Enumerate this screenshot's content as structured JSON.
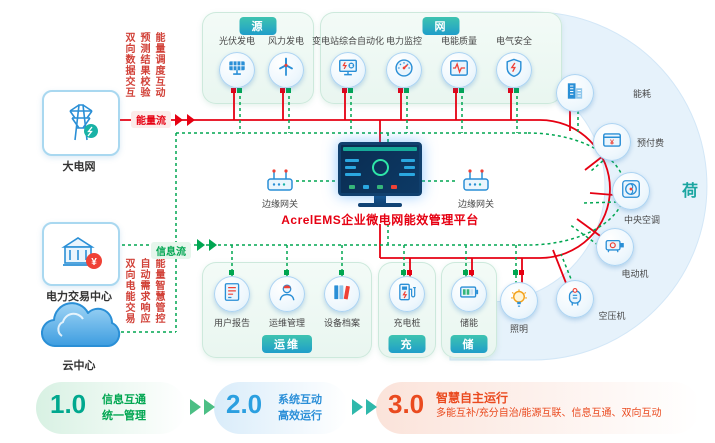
{
  "title": {
    "platform": "AcrelEMS企业微电网能效管理平台"
  },
  "left_column": {
    "grid": {
      "label": "大电网",
      "icon": "transmission-tower-icon"
    },
    "trading": {
      "label": "电力交易中心",
      "icon": "trading-building-icon"
    },
    "cloud": {
      "label": "云中心",
      "icon": "cloud-icon"
    }
  },
  "flows": {
    "energy_label": "能量流",
    "info_label": "信息流",
    "top_vertical": [
      "双向数据交互",
      "预测结果校验",
      "能量调度互动"
    ],
    "bottom_vertical": [
      "双向电能交易",
      "自动需求响应",
      "能量智慧管控"
    ]
  },
  "gateways": {
    "left": "边缘网关",
    "right": "边缘网关"
  },
  "groups": {
    "source": {
      "badge": "源",
      "items": [
        {
          "label": "光伏发电",
          "icon": "solar-panel-icon"
        },
        {
          "label": "风力发电",
          "icon": "wind-turbine-icon"
        }
      ]
    },
    "grid": {
      "badge": "网",
      "items": [
        {
          "label": "变电站综合自动化",
          "icon": "substation-icon"
        },
        {
          "label": "电力监控",
          "icon": "power-monitoring-icon"
        },
        {
          "label": "电能质量",
          "icon": "power-quality-icon"
        },
        {
          "label": "电气安全",
          "icon": "electrical-safety-icon"
        }
      ]
    },
    "load": {
      "badge": "荷",
      "items": [
        {
          "label": "能耗",
          "icon": "energy-consumption-icon"
        },
        {
          "label": "预付费",
          "icon": "prepaid-icon"
        },
        {
          "label": "中央空调",
          "icon": "central-ac-icon"
        },
        {
          "label": "电动机",
          "icon": "motor-icon"
        },
        {
          "label": "空压机",
          "icon": "air-compressor-icon"
        },
        {
          "label": "照明",
          "icon": "lighting-icon"
        }
      ]
    },
    "ops": {
      "badge": "运维",
      "items": [
        {
          "label": "用户报告",
          "icon": "user-report-icon"
        },
        {
          "label": "运维管理",
          "icon": "ops-management-icon"
        },
        {
          "label": "设备档案",
          "icon": "equipment-archive-icon"
        }
      ]
    },
    "charging": {
      "badge": "充",
      "items": [
        {
          "label": "充电桩",
          "icon": "charging-pile-icon"
        }
      ]
    },
    "storage": {
      "badge": "储",
      "items": [
        {
          "label": "储能",
          "icon": "battery-icon"
        }
      ]
    }
  },
  "legend": {
    "items": [
      {
        "version": "1.0",
        "line1": "信息互通",
        "line2": "统一管理"
      },
      {
        "version": "2.0",
        "line1": "系统互动",
        "line2": "高效运行"
      },
      {
        "version": "3.0",
        "line1": "智慧自主运行",
        "line2": "多能互补/充分自治/能源互联、信息互通、双向互动"
      }
    ]
  },
  "colors": {
    "energy_flow": "#e60012",
    "info_flow": "#00a651",
    "badge_teal": "#2bb5a3",
    "band_blue": "#e6f2fb"
  }
}
